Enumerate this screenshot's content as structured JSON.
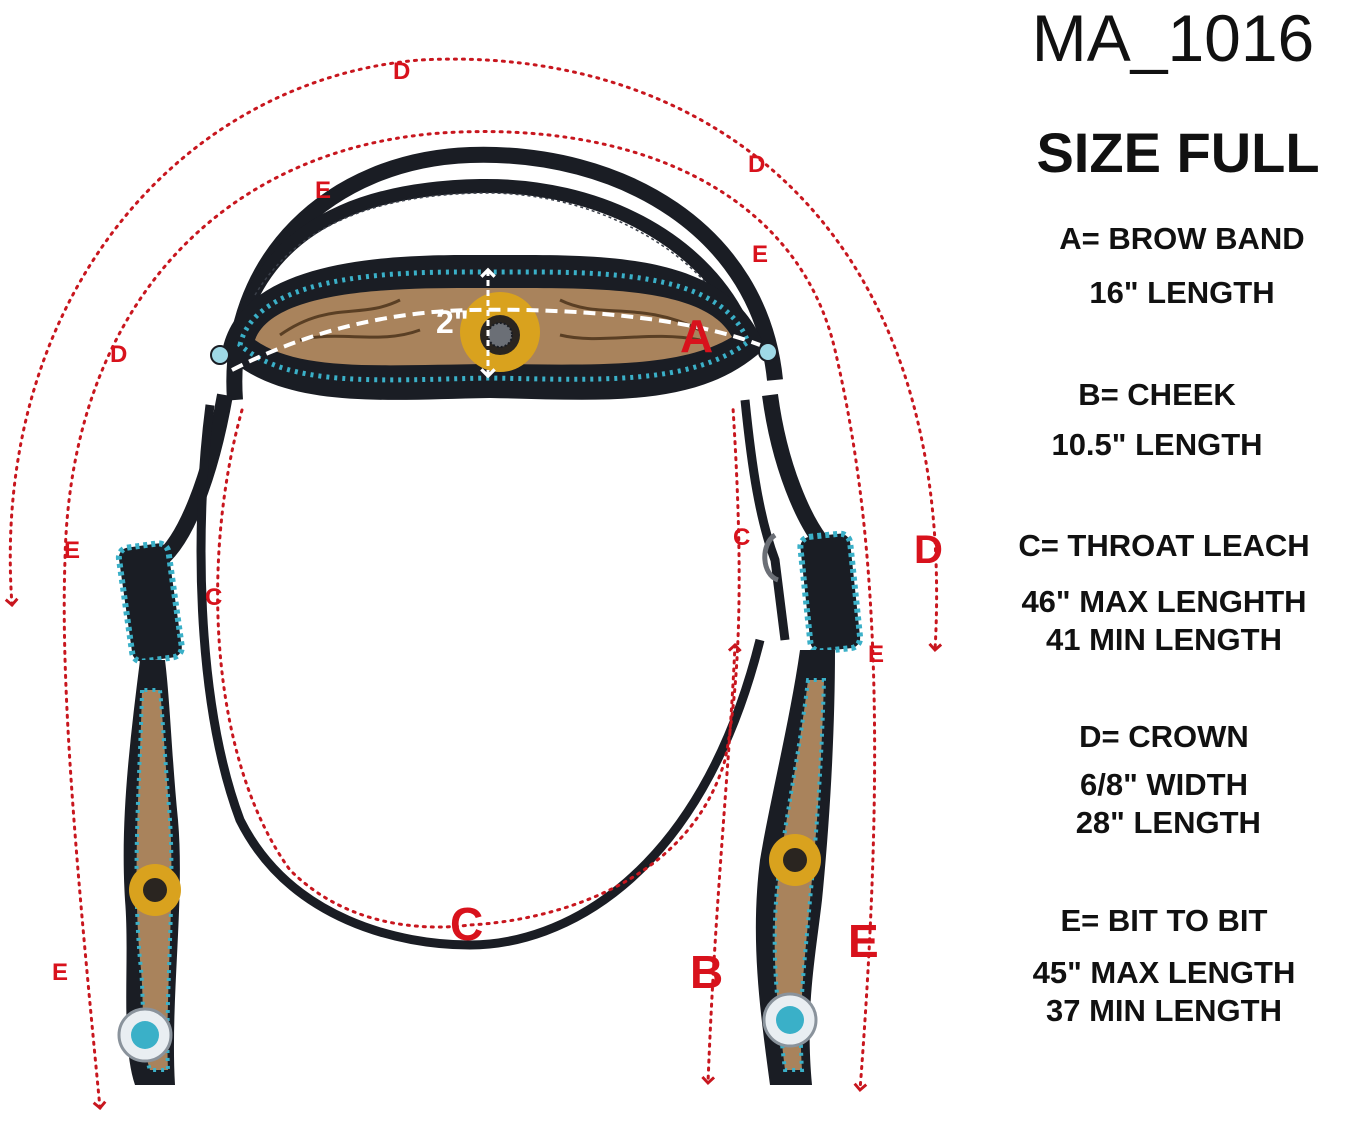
{
  "product": {
    "code": "MA_1016",
    "size_label": "SIZE FULL"
  },
  "specs": [
    {
      "heading": "A= BROW BAND",
      "lines": [
        "16\" LENGTH"
      ]
    },
    {
      "heading": "B= CHEEK",
      "lines": [
        "10.5\" LENGTH"
      ]
    },
    {
      "heading": "C= THROAT LEACH",
      "lines": [
        "46\" MAX LENGHTH",
        "41 MIN LENGTH"
      ]
    },
    {
      "heading": "D= CROWN",
      "lines": [
        "6/8\" WIDTH",
        " 28\" LENGTH"
      ]
    },
    {
      "heading": "E= BIT TO BIT",
      "lines": [
        "45\" MAX LENGTH",
        "37 MIN LENGTH"
      ]
    }
  ],
  "diagram": {
    "brow_width_label": "2\"",
    "letters": {
      "a": "A",
      "b": "B",
      "c": "C",
      "d": "D",
      "e": "E"
    }
  },
  "colors": {
    "leather": "#1a1d24",
    "tooling": "#a9835c",
    "turquoise": "#3ab0c8",
    "sunflower": "#d9a21e",
    "measure_line": "#c8161e",
    "label": "#d8121c"
  }
}
